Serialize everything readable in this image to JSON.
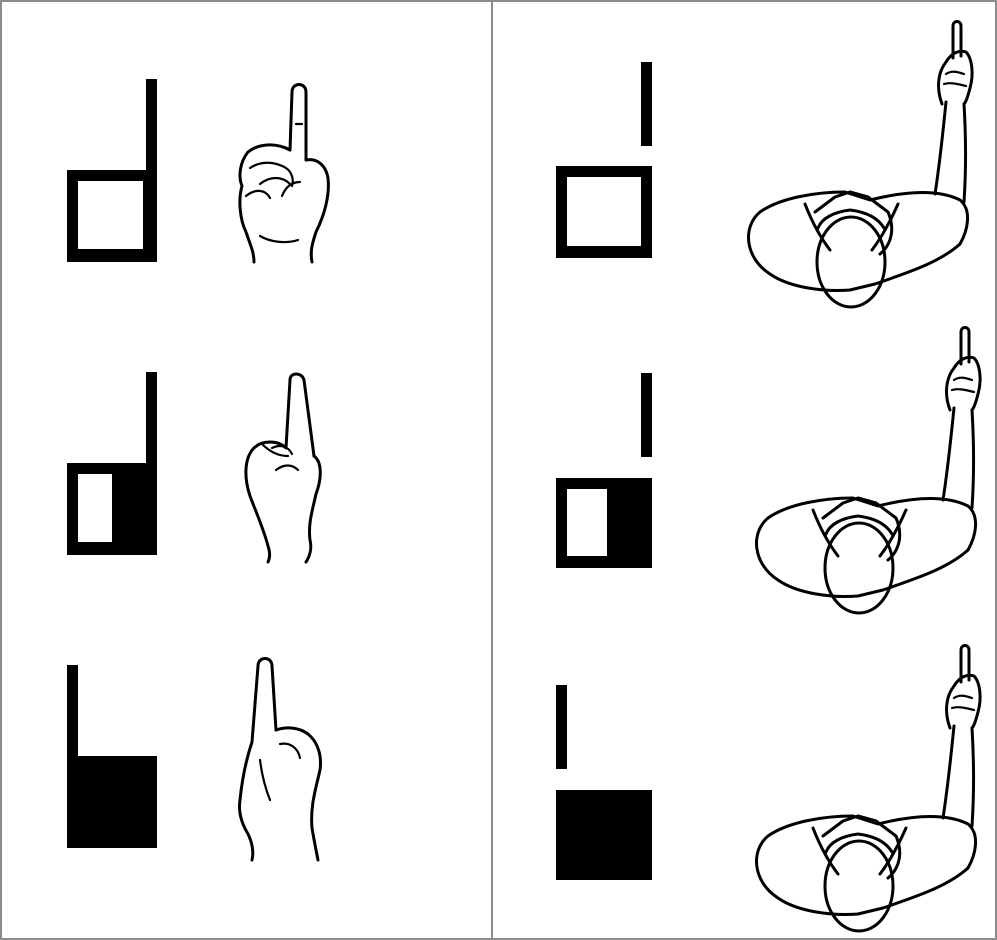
{
  "colors": {
    "border": "#8c8c8c",
    "ink": "#000000",
    "background": "#ffffff"
  },
  "panels": [
    {
      "view": "hand-close-up",
      "rows": [
        {
          "symbol_fill": 0.0,
          "pose": "index-finger-raised-fist-facing"
        },
        {
          "symbol_fill": 0.5,
          "pose": "index-finger-raised-hand-side"
        },
        {
          "symbol_fill": 1.0,
          "pose": "index-finger-raised-hand-back"
        }
      ]
    },
    {
      "view": "overhead-body",
      "rows": [
        {
          "symbol_fill": 0.0,
          "pose": "arm-raised-finger-up"
        },
        {
          "symbol_fill": 0.5,
          "pose": "arm-raised-finger-up"
        },
        {
          "symbol_fill": 1.0,
          "pose": "arm-raised-finger-up"
        }
      ]
    }
  ]
}
